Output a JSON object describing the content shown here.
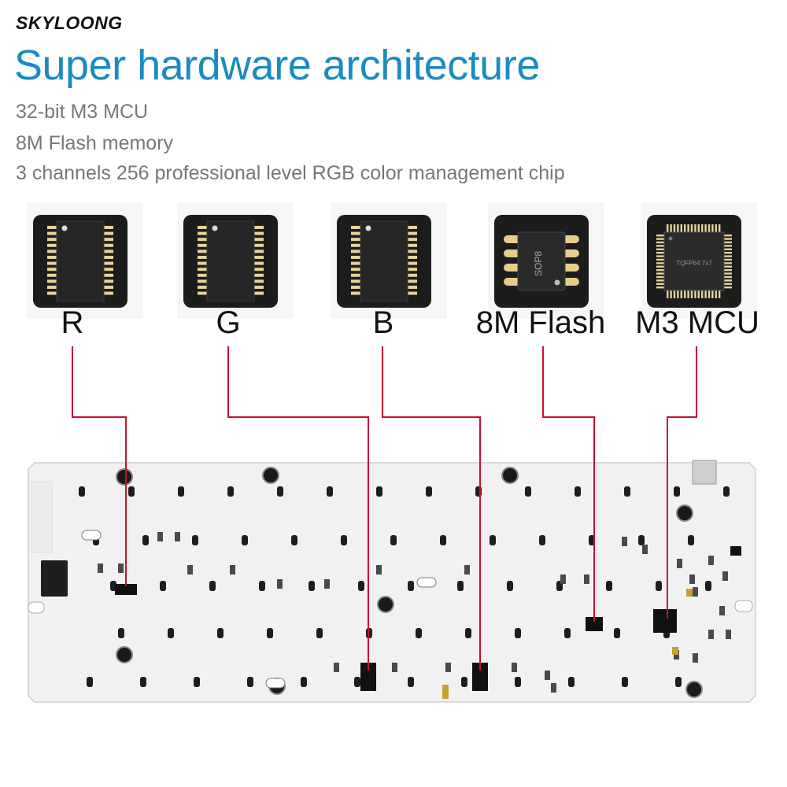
{
  "brand": {
    "logo_text": "SKYLOONG"
  },
  "header": {
    "title": "Super hardware architecture",
    "features": [
      "32-bit M3 MCU",
      "8M Flash memory",
      "3 channels 256 professional level RGB color management chip"
    ]
  },
  "chips": [
    {
      "label": "R",
      "marking": ""
    },
    {
      "label": "G",
      "marking": ""
    },
    {
      "label": "B",
      "marking": ""
    },
    {
      "label": "8M Flash",
      "marking": "SOP8"
    },
    {
      "label": "M3 MCU",
      "marking": "TQFP64 7x7"
    }
  ],
  "colors": {
    "title": "#1b8bc1",
    "connector_line": "#c8102e",
    "chip_body": "#1c1c1c",
    "pcb": "#f2f2f2"
  }
}
